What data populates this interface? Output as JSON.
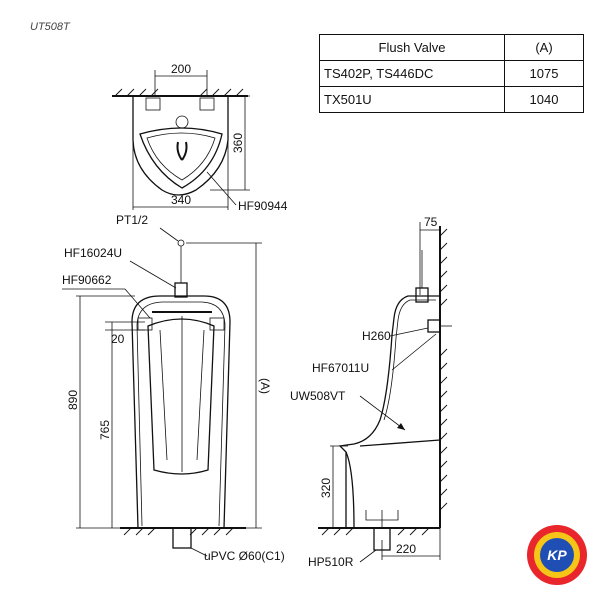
{
  "model_code": "UT508T",
  "table": {
    "headers": [
      "Flush Valve",
      "(A)"
    ],
    "rows": [
      {
        "name": "TS402P, TS446DC",
        "value": "1075"
      },
      {
        "name": "TX501U",
        "value": "1040"
      }
    ]
  },
  "top_view": {
    "dim_width_top": "200",
    "dim_height": "360",
    "dim_width_bottom": "340",
    "part": "HF90944"
  },
  "front_view": {
    "inlet": "PT1/2",
    "part_valve": "HF16024U",
    "part_spud": "HF90662",
    "dim_offset": "20",
    "dim_total_height": "890",
    "dim_spud_height": "765",
    "dim_a": "(A)",
    "outlet": "uPVC Ø60(C1)"
  },
  "side_view": {
    "dim_top": "75",
    "label_h": "H260",
    "part_flange": "HF67011U",
    "part_bowl": "UW508VT",
    "dim_floor_height": "320",
    "part_trap": "HP510R",
    "dim_depth": "220"
  },
  "logo": {
    "text": "KP",
    "colors": {
      "ring_outer": "#e8262b",
      "ring_mid": "#f5c518",
      "inner": "#1f4fb4"
    }
  }
}
